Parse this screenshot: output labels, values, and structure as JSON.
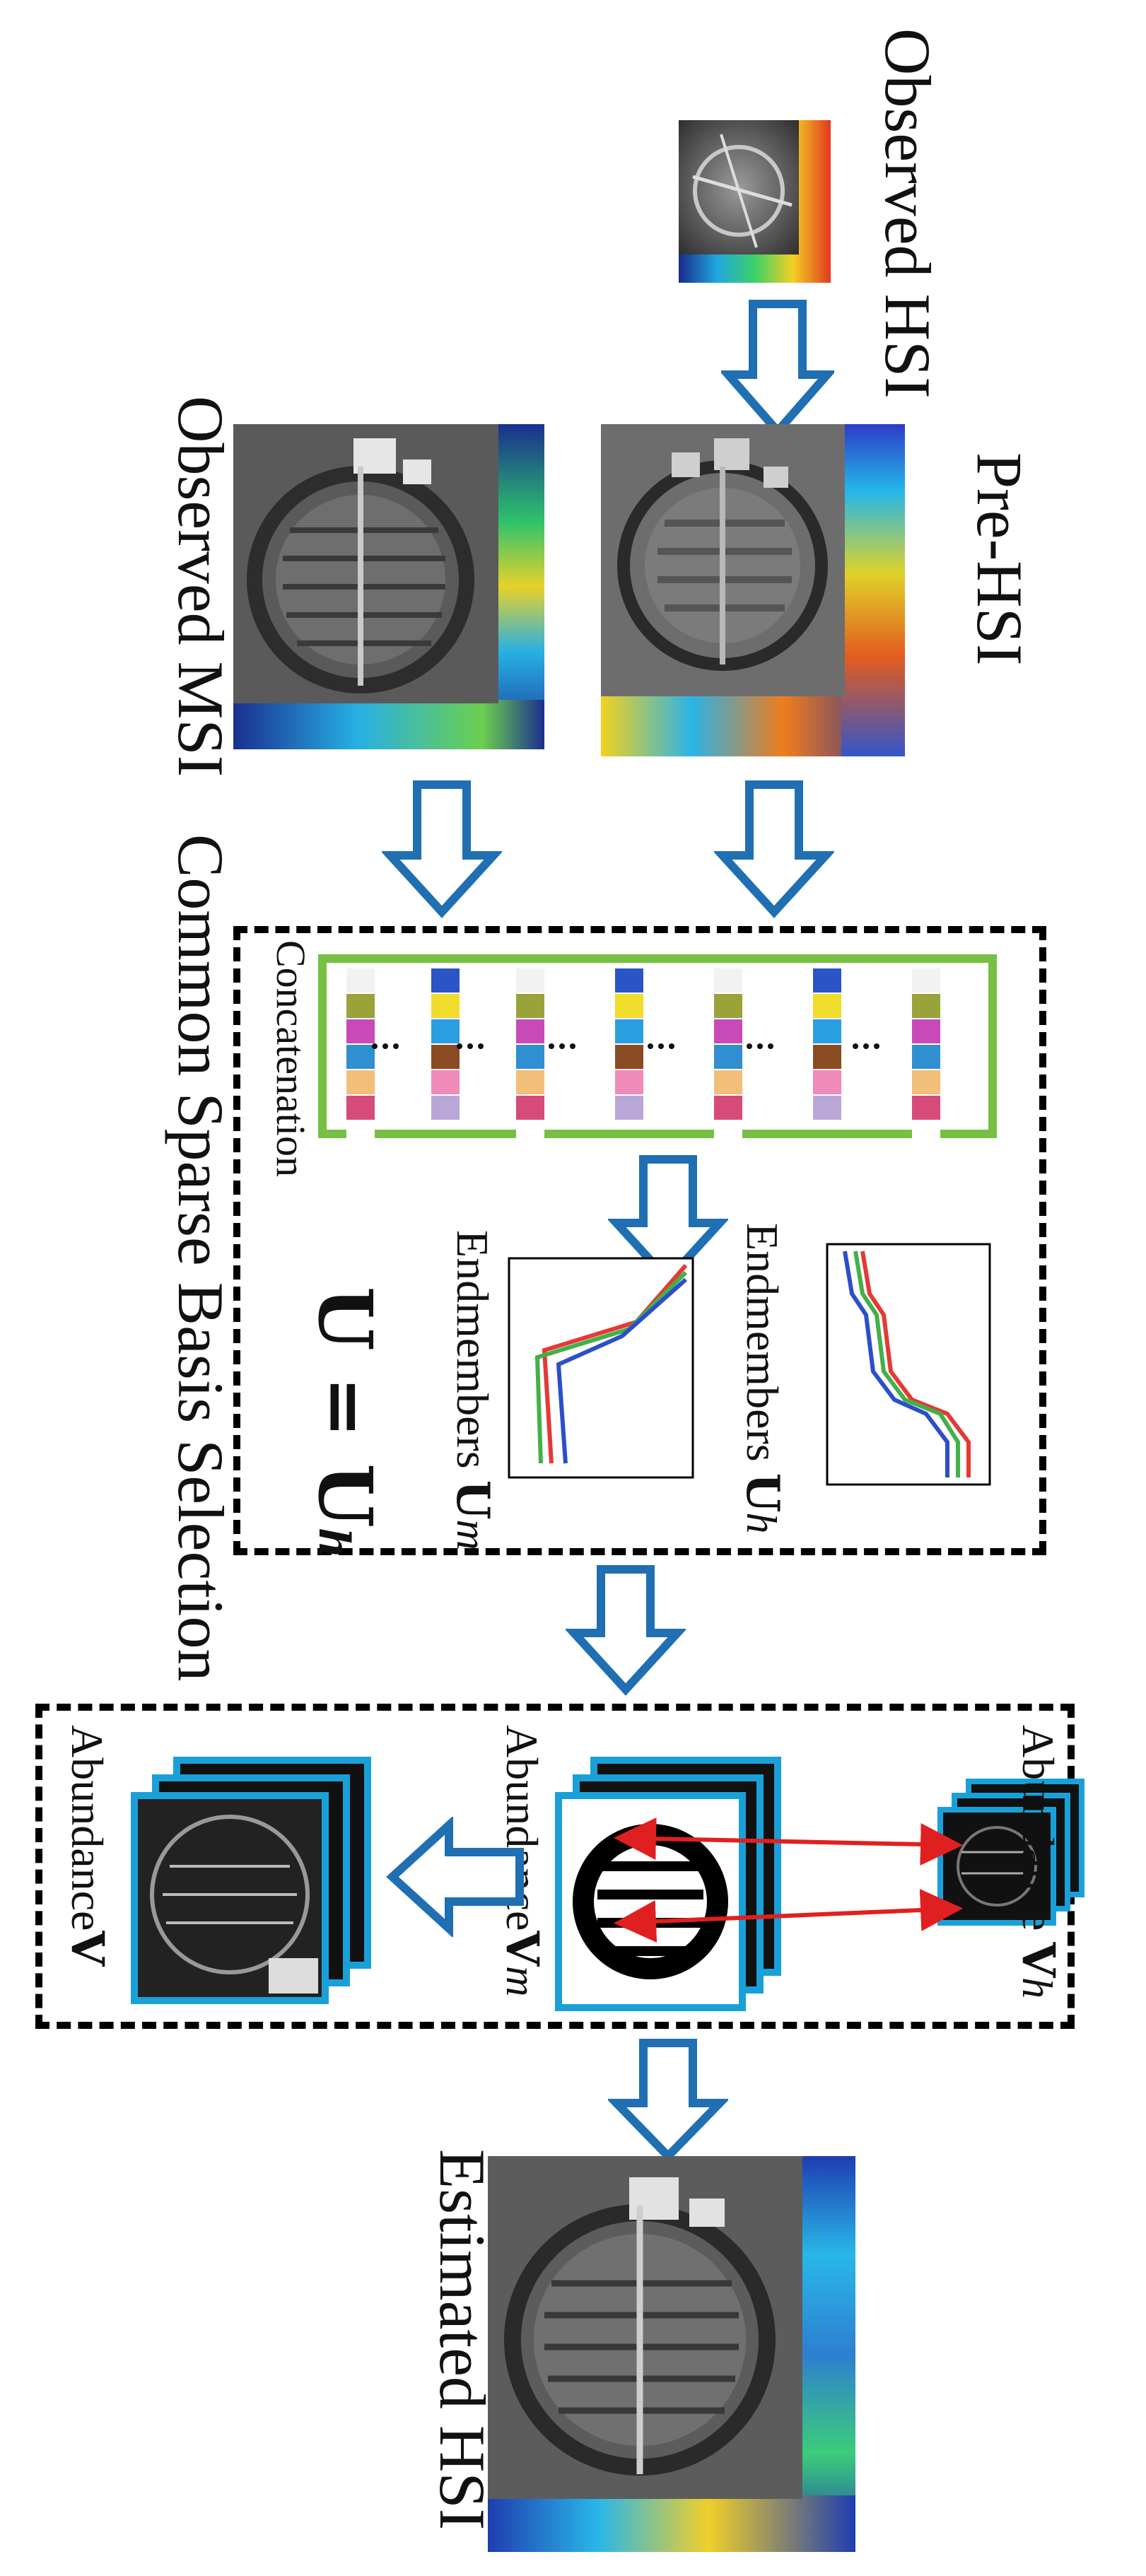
{
  "labels": {
    "observed_hsi": "Observed HSI",
    "pre_hsi": "Pre-HSI",
    "observed_msi": "Observed MSI",
    "common_sparse_basis_selection": "Common Sparse Basis Selection",
    "concatenation": "Concatenation",
    "endmembers_uh_text": "Endmembers ",
    "endmembers_um_text": "Endmembers ",
    "u_bold": "U",
    "sub_h": "h",
    "sub_m": "m",
    "equation_lhs": "U = U",
    "abundance_vh_text": "Abundance ",
    "abundance_vm_text": "Abundance",
    "abundance_v_text": "Abundance",
    "v_bold": "V",
    "estimated_hsi": "Estimated HSI"
  },
  "colors": {
    "arrow_blue": "#1f6fb2",
    "frame_blue": "#1aa0d8",
    "concat_green": "#77c043",
    "curve_red": "#e53935",
    "curve_green": "#43b049",
    "curve_blue": "#2b4fc9",
    "link_red": "#e02020"
  },
  "icons": [
    "down-arrow-icon",
    "double-headed-arrow-icon",
    "left-arrow-icon"
  ]
}
